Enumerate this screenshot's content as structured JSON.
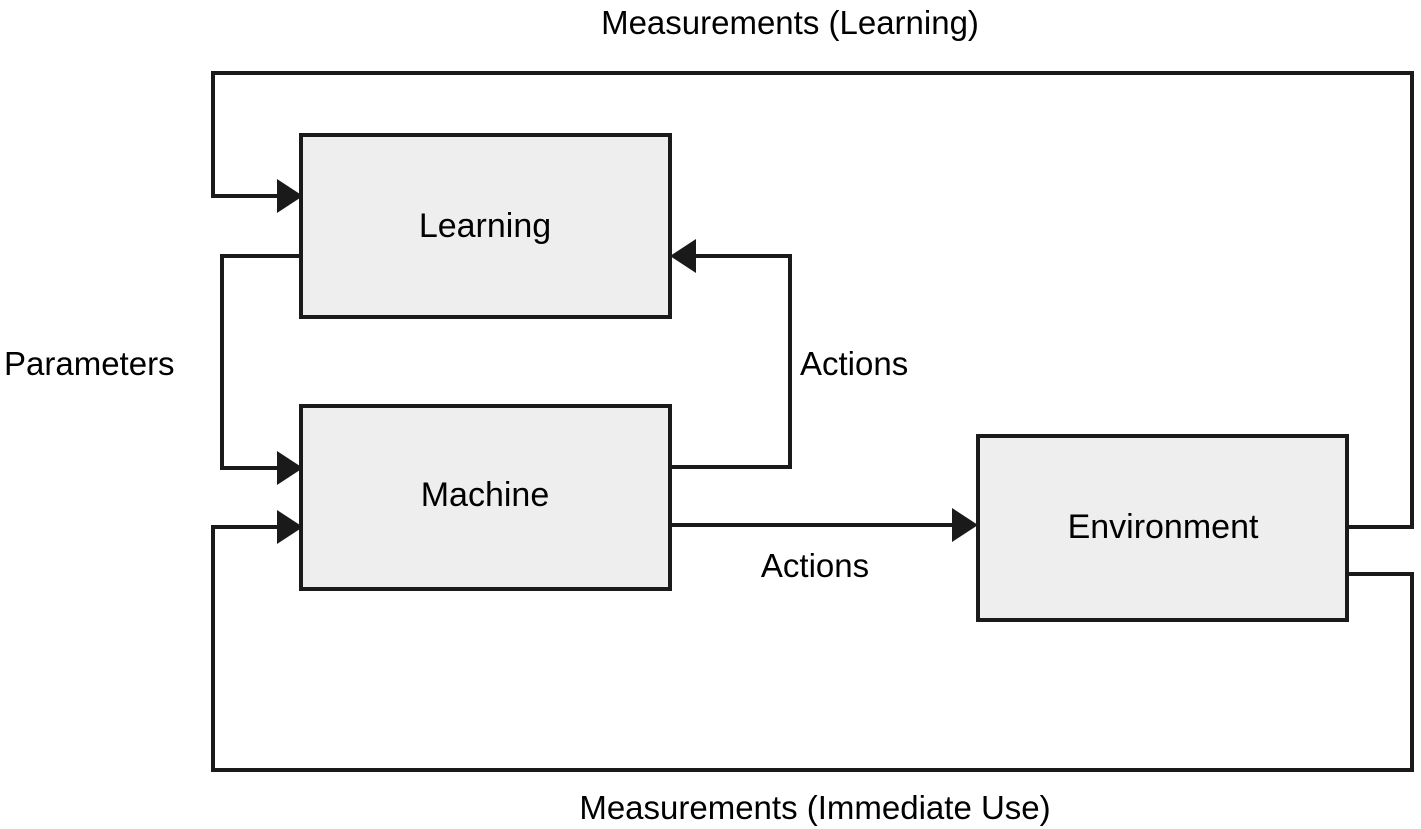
{
  "diagram": {
    "title": "Machine learning control loop block diagram",
    "background_color": "#ffffff",
    "line_color": "#1a1a1a",
    "box_fill_color": "#eeeeee",
    "text_color": "#000000",
    "nodes": [
      {
        "id": "learning",
        "label": "Learning"
      },
      {
        "id": "machine",
        "label": "Machine"
      },
      {
        "id": "environment",
        "label": "Environment"
      }
    ],
    "edge_labels": {
      "measurements_learning": "Measurements (Learning)",
      "measurements_immediate": "Measurements (Immediate Use)",
      "parameters": "Parameters",
      "actions_feedback": "Actions",
      "actions_output": "Actions"
    }
  }
}
